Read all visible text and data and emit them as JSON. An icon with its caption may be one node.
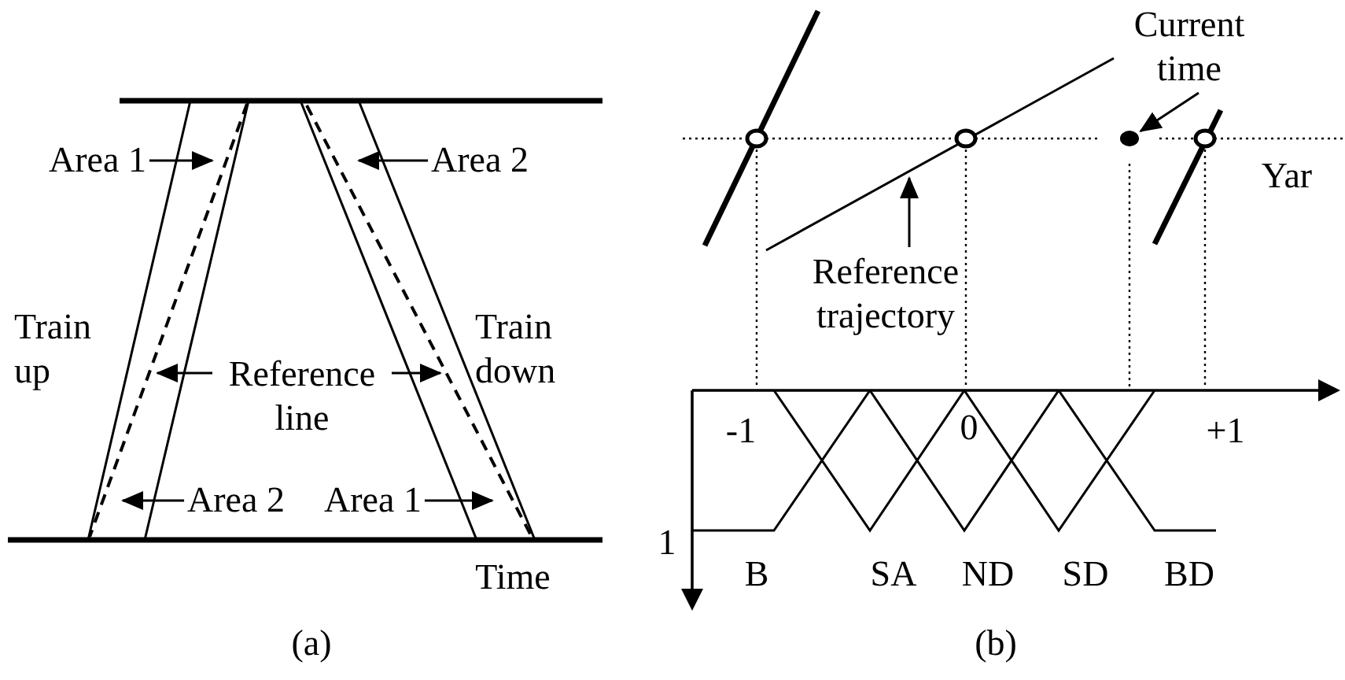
{
  "diagram": {
    "nodes": [
      {
        "text": [
          "Area 1"
        ]
      },
      {
        "text": [
          "Area 2"
        ]
      },
      {
        "text": [
          "Reference line"
        ]
      },
      {
        "text": [
          "Area 2"
        ]
      },
      {
        "text": [
          "Area 1"
        ]
      },
      {
        "text": [
          "Reference trajectory"
        ]
      },
      {
        "text": [
          "Current time"
        ]
      },
      {
        "text": [],
        "shape": "circle"
      }
    ],
    "edges": [
      {
        "from": 0,
        "to": null,
        "arrow": "to"
      },
      {
        "from": 1,
        "to": null,
        "arrow": "to"
      },
      {
        "from": 2,
        "to": null,
        "arrow": "to"
      },
      {
        "from": 2,
        "to": null,
        "arrow": "to"
      },
      {
        "from": 3,
        "to": null,
        "arrow": "to"
      },
      {
        "from": 4,
        "to": null,
        "arrow": "to"
      },
      {
        "from": 5,
        "to": null,
        "arrow": "to"
      },
      {
        "from": 6,
        "to": 7,
        "arrow": "to"
      }
    ],
    "labels": [
      "Train up",
      "Train down",
      "Time",
      "(a)",
      "Yar",
      "-1",
      "0",
      "+1",
      "1",
      "B",
      "SA",
      "ND",
      "SD",
      "BD",
      "(b)"
    ]
  }
}
